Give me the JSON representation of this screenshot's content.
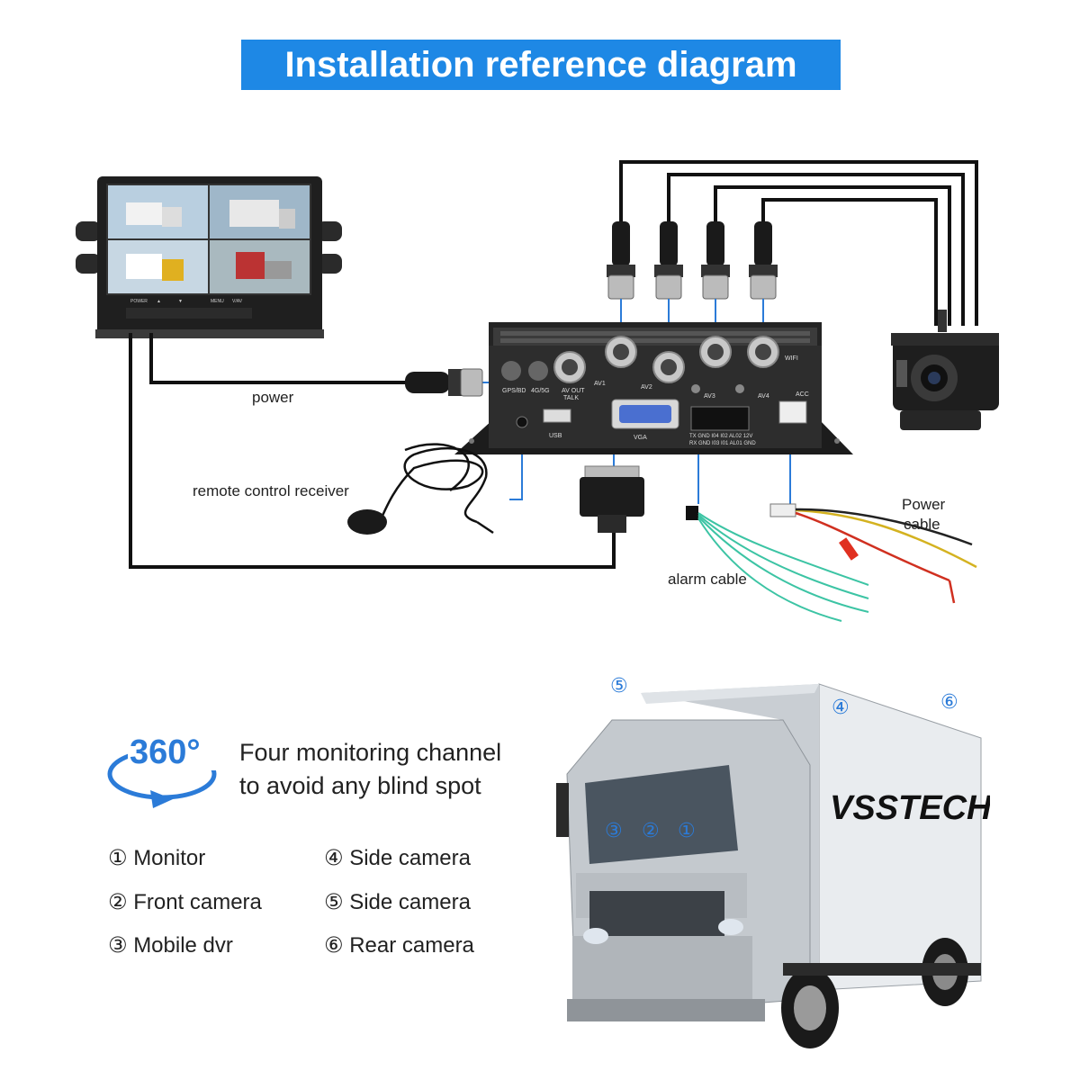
{
  "title": "Installation reference diagram",
  "device_labels": {
    "gps": "GPS/BD",
    "net": "4G/5G",
    "avout": "AV OUT",
    "talk": "TALK",
    "av1": "AV1",
    "av2": "AV2",
    "av3": "AV3",
    "av4": "AV4",
    "wifi": "WIFI",
    "acc": "ACC",
    "usb": "USB",
    "vga": "VGA",
    "io_row1": "TX GND I04 I02 AL02 12V",
    "io_row2": "RX GND I03 I01 AL01 GND"
  },
  "monitor_buttons": [
    "POWER",
    "▲",
    "▼",
    "MENU",
    "V/AV"
  ],
  "cable_labels": {
    "power": "power",
    "remote": "remote control receiver",
    "power_cable_1": "Power",
    "power_cable_2": "cable",
    "alarm": "alarm cable"
  },
  "promo": {
    "badge": "360°",
    "line1": "Four monitoring channel",
    "line2": "to avoid any blind spot"
  },
  "legend": [
    {
      "num": "①",
      "text": "Monitor"
    },
    {
      "num": "②",
      "text": "Front camera"
    },
    {
      "num": "③",
      "text": "Mobile dvr"
    },
    {
      "num": "④",
      "text": "Side camera"
    },
    {
      "num": "⑤",
      "text": "Side camera"
    },
    {
      "num": "⑥",
      "text": "Rear camera"
    }
  ],
  "truck_markers": [
    "⑤",
    "④",
    "⑥",
    "③",
    "②",
    "①"
  ],
  "truck_brand": "VSSTECH",
  "colors": {
    "banner": "#1e88e5",
    "marker": "#2b7bd8",
    "leader": "#2b7bd8",
    "cable": "#111111",
    "device": "#1c1c1c"
  }
}
